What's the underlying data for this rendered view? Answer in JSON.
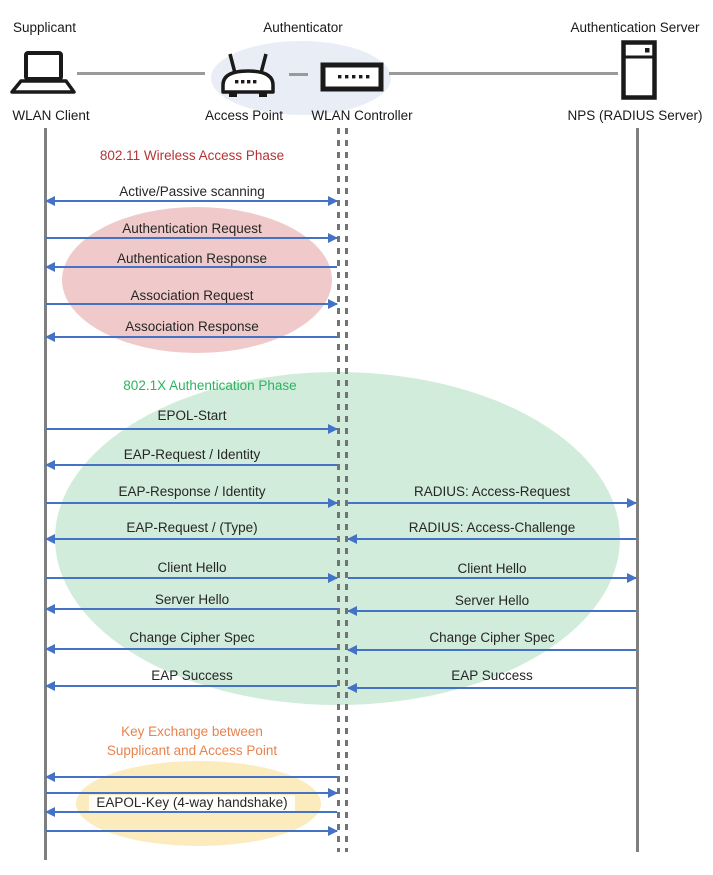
{
  "header": {
    "roles": [
      {
        "label": "Supplicant"
      },
      {
        "label": "Authenticator"
      },
      {
        "label": "Authentication Server"
      }
    ],
    "devices": [
      {
        "label": "WLAN Client"
      },
      {
        "label": "Access Point"
      },
      {
        "label": "WLAN Controller"
      },
      {
        "label": "NPS (RADIUS Server)"
      }
    ]
  },
  "phases": {
    "wireless_access": {
      "title": "802.11 Wireless Access Phase",
      "color": "#b53434",
      "ellipse_fill": "#f0caca"
    },
    "authentication": {
      "title": "802.1X Authentication Phase",
      "color": "#2db45f",
      "ellipse_fill": "#d2ecdb"
    },
    "key_exchange": {
      "title_line1": "Key Exchange between",
      "title_line2": "Supplicant and Access Point",
      "color": "#e8834e",
      "ellipse_fill": "#fcebbc",
      "label": "EAPOL-Key (4-way handshake)"
    }
  },
  "messages_left": [
    {
      "label": "Active/Passive scanning",
      "direction": "both"
    },
    {
      "label": "Authentication Request",
      "direction": "right"
    },
    {
      "label": "Authentication Response",
      "direction": "left"
    },
    {
      "label": "Association Request",
      "direction": "right"
    },
    {
      "label": "Association Response",
      "direction": "left"
    },
    {
      "label": "EPOL-Start",
      "direction": "right"
    },
    {
      "label": "EAP-Request / Identity",
      "direction": "left"
    },
    {
      "label": "EAP-Response / Identity",
      "direction": "right"
    },
    {
      "label": "EAP-Request / (Type)",
      "direction": "left"
    },
    {
      "label": "Client Hello",
      "direction": "right"
    },
    {
      "label": "Server Hello",
      "direction": "left"
    },
    {
      "label": "Change Cipher Spec",
      "direction": "left"
    },
    {
      "label": "EAP Success",
      "direction": "left"
    }
  ],
  "messages_right": [
    {
      "label": "RADIUS: Access-Request",
      "direction": "right"
    },
    {
      "label": "RADIUS: Access-Challenge",
      "direction": "left"
    },
    {
      "label": "Client Hello",
      "direction": "right"
    },
    {
      "label": "Server Hello",
      "direction": "left"
    },
    {
      "label": "Change Cipher Spec",
      "direction": "left"
    },
    {
      "label": "EAP Success",
      "direction": "left"
    }
  ],
  "key_exchange_arrows": [
    {
      "direction": "left"
    },
    {
      "direction": "right"
    },
    {
      "direction": "left"
    },
    {
      "direction": "right"
    }
  ],
  "colors": {
    "arrow": "#4472c4",
    "lifeline": "#7f7f7f",
    "dashed_lifeline": "#737373",
    "hub_ellipse_fill": "#e9edf6",
    "icon": "#1a1a1a"
  }
}
